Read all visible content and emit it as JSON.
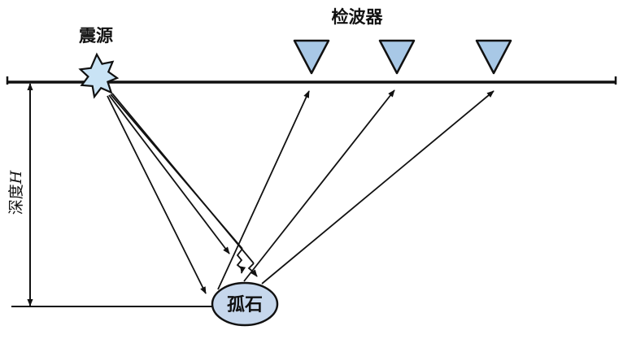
{
  "labels": {
    "source": "震源",
    "receivers": "检波器",
    "boulder": "孤石",
    "depth_prefix": "深度",
    "depth_variable": "H"
  },
  "colors": {
    "line": "#111111",
    "source_fill": "#c9e3f5",
    "receiver_fill": "#a8c8e6",
    "boulder_fill": "#c6d7ec"
  },
  "icons": {
    "source": "star-burst-icon",
    "receiver": "inverted-triangle-icon"
  }
}
